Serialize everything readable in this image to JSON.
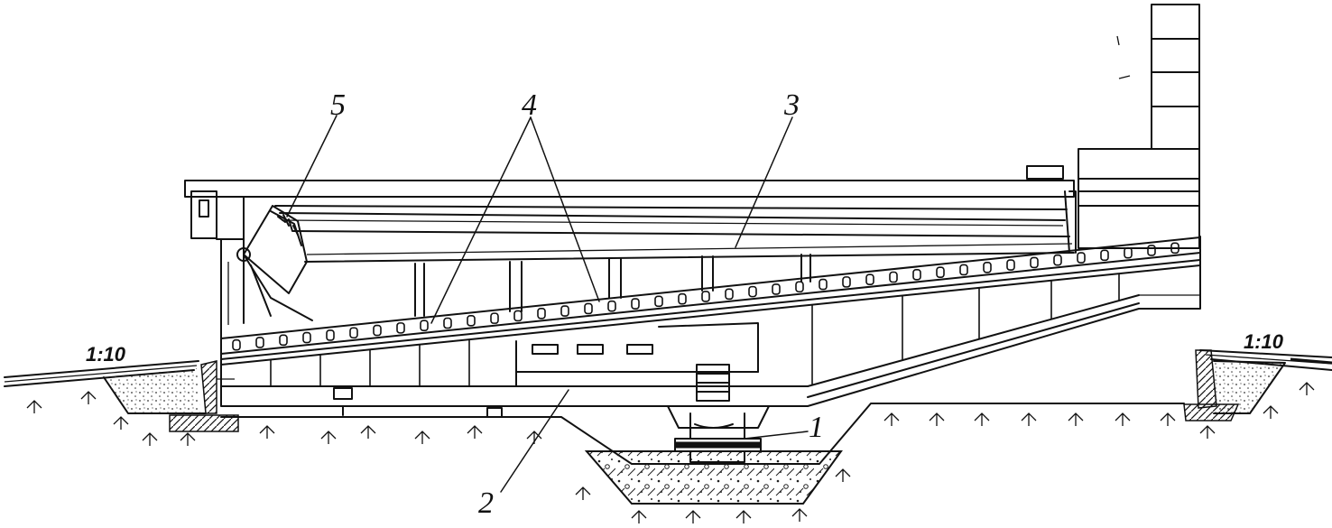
{
  "diagram": {
    "callouts": [
      {
        "id": "1",
        "label": "1"
      },
      {
        "id": "2",
        "label": "2"
      },
      {
        "id": "3",
        "label": "3"
      },
      {
        "id": "4",
        "label": "4"
      },
      {
        "id": "5",
        "label": "5"
      }
    ],
    "slopes": {
      "left": "1:10",
      "right": "1:10"
    }
  }
}
